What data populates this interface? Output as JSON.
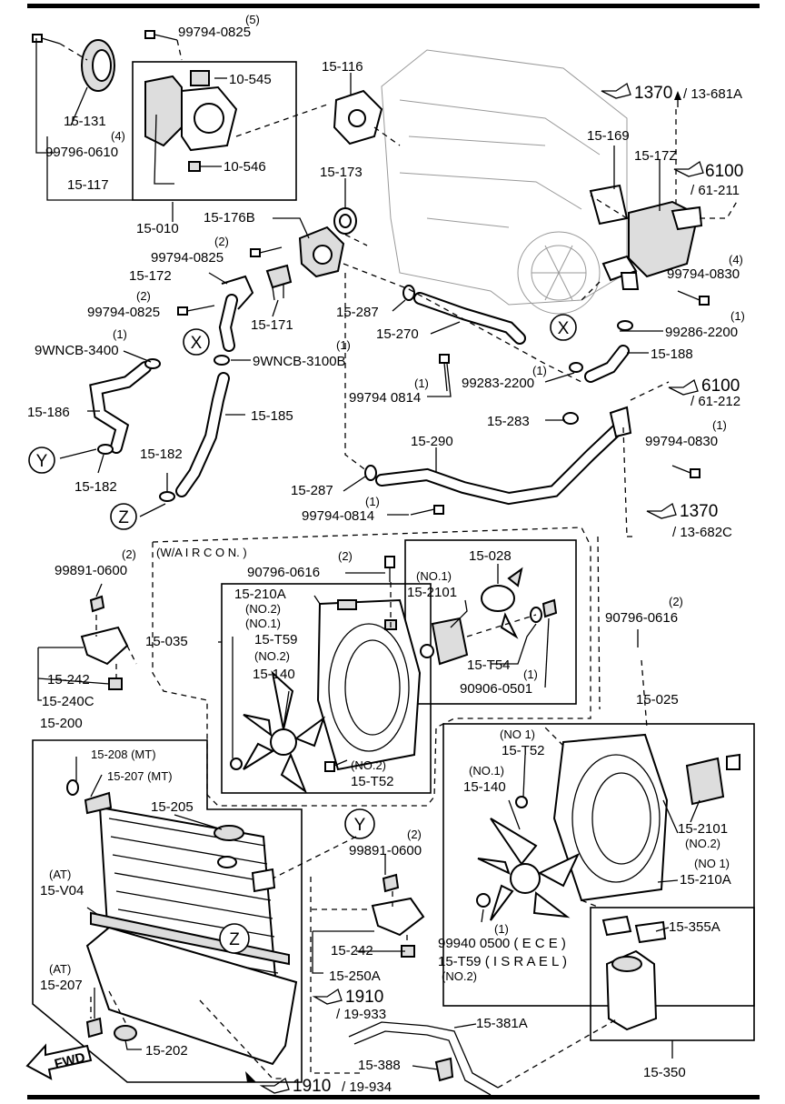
{
  "labels": {
    "p99794_0825_top": "99794-0825",
    "p99794_0825_top_qty": "(5)",
    "p10_545": "10-545",
    "p10_546": "10-546",
    "p15_116": "15-116",
    "p1370_ref": "1370",
    "p1370_page": "/ 13-681A",
    "p15_131": "15-131",
    "p99796_0610_qty": "(4)",
    "p99796_0610": "99796-0610",
    "p15_117": "15-117",
    "p15_010": "15-010",
    "p15_169": "15-169",
    "p15_17z": "15-17Z",
    "p6100_ref": "6100",
    "p6100_page": "/ 61-211",
    "p15_173": "15-173",
    "p15_176b": "15-176B",
    "p99794_0825_b_qty": "(2)",
    "p99794_0825_b": "99794-0825",
    "p15_172": "15-172",
    "p99794_0825_c_qty": "(2)",
    "p99794_0825_c": "99794-0825",
    "p15_171": "15-171",
    "p15_287_a": "15-287",
    "p15_270": "15-270",
    "p99794_0830_a_qty": "(4)",
    "p99794_0830_a": "99794-0830",
    "p99286_2200_qty": "(1)",
    "p99286_2200": "99286-2200",
    "p15_188": "15-188",
    "p9wncb_3400_qty": "(1)",
    "p9wncb_3400": "9WNCB-3400",
    "p9wncb_3100b_qty": "(1)",
    "p9wncb_3100b": "9WNCB-3100B",
    "p99283_2200_qty": "(1)",
    "p99283_2200": "99283-2200",
    "p99794_0814_a_qty": "(1)",
    "p99794_0814_a": "99794 0814",
    "p6100_b_ref": "6100",
    "p6100_b_page": "/ 61-212",
    "p15_186": "15-186",
    "p15_185": "15-185",
    "p15_283": "15-283",
    "p99794_0830_b_qty": "(1)",
    "p99794_0830_b": "99794-0830",
    "p15_290": "15-290",
    "p15_182_a": "15-182",
    "p15_182_b": "15-182",
    "p15_287_b": "15-287",
    "p99794_0814_b_qty": "(1)",
    "p99794_0814_b": "99794-0814",
    "p1370_b_ref": "1370",
    "p1370_b_page": "/ 13-682C",
    "w_air_con": "(W/A I R  C O N. )",
    "p90796_0616_a_qty": "(2)",
    "p90796_0616_a": "90796-0616",
    "p15_028": "15-028",
    "p99891_0600_a_qty": "(2)",
    "p99891_0600_a": "99891-0600",
    "p15_210a_top": "15-210A",
    "p15_210a_top_no": "(NO.2)",
    "p15_2101_no": "(NO.1)",
    "p15_2101_top": "15-2101",
    "p15_035": "15-035",
    "p15_t59_no": "(NO.1)",
    "p15_t59": "15-T59",
    "p15_140_no": "(NO.2)",
    "p15_140_top": "15-140",
    "p15_t54": "15-T54",
    "p90906_0501": "90906-0501",
    "p90906_0501_qty": "(1)",
    "p90796_0616_b_qty": "(2)",
    "p90796_0616_b": "90796-0616",
    "p15_242_a": "15-242",
    "p15_240c": "15-240C",
    "p15_025": "15-025",
    "p15_200": "15-200",
    "p15_208": "15-208 (MT)",
    "p15_207_mt": "15-207 (MT)",
    "p15_t52_no": "(NO.2)",
    "p15_t52": "15-T52",
    "p15_t52_r_no": "(NO 1)",
    "p15_t52_r": "15-T52",
    "p15_140_r_no": "(NO.1)",
    "p15_140_r": "15-140",
    "p15_205": "15-205",
    "p15_2101_r": "15-2101",
    "p15_2101_r_no": "(NO.2)",
    "p15_210a_r_no": "(NO 1)",
    "p15_210a_r": "15-210A",
    "p99891_0600_b_qty": "(2)",
    "p99891_0600_b": "99891-0600",
    "p_at_a": "(AT)",
    "p15_v04": "15-V04",
    "p15_242_b": "15-242",
    "p15_250a": "15-250A",
    "p99940_0500_qty": "(1)",
    "p99940_0500": "99940 0500 ( E C E )",
    "p15_t59_isr": "15-T59  ( I S R A E L )",
    "p15_t59_isr_no": "(NO.2)",
    "p15_355a": "15-355A",
    "p_at_b": "(AT)",
    "p15_207_at": "15-207",
    "p1910_ref": "1910",
    "p1910_page": "/ 19-933",
    "p15_381a": "15-381A",
    "p15_202": "15-202",
    "p15_388": "15-388",
    "p1910_b_ref": "1910",
    "p1910_b_page": "/ 19-934",
    "p15_350": "15-350",
    "callout_x": "X",
    "callout_y": "Y",
    "callout_z": "Z",
    "fwd": "FWD"
  }
}
